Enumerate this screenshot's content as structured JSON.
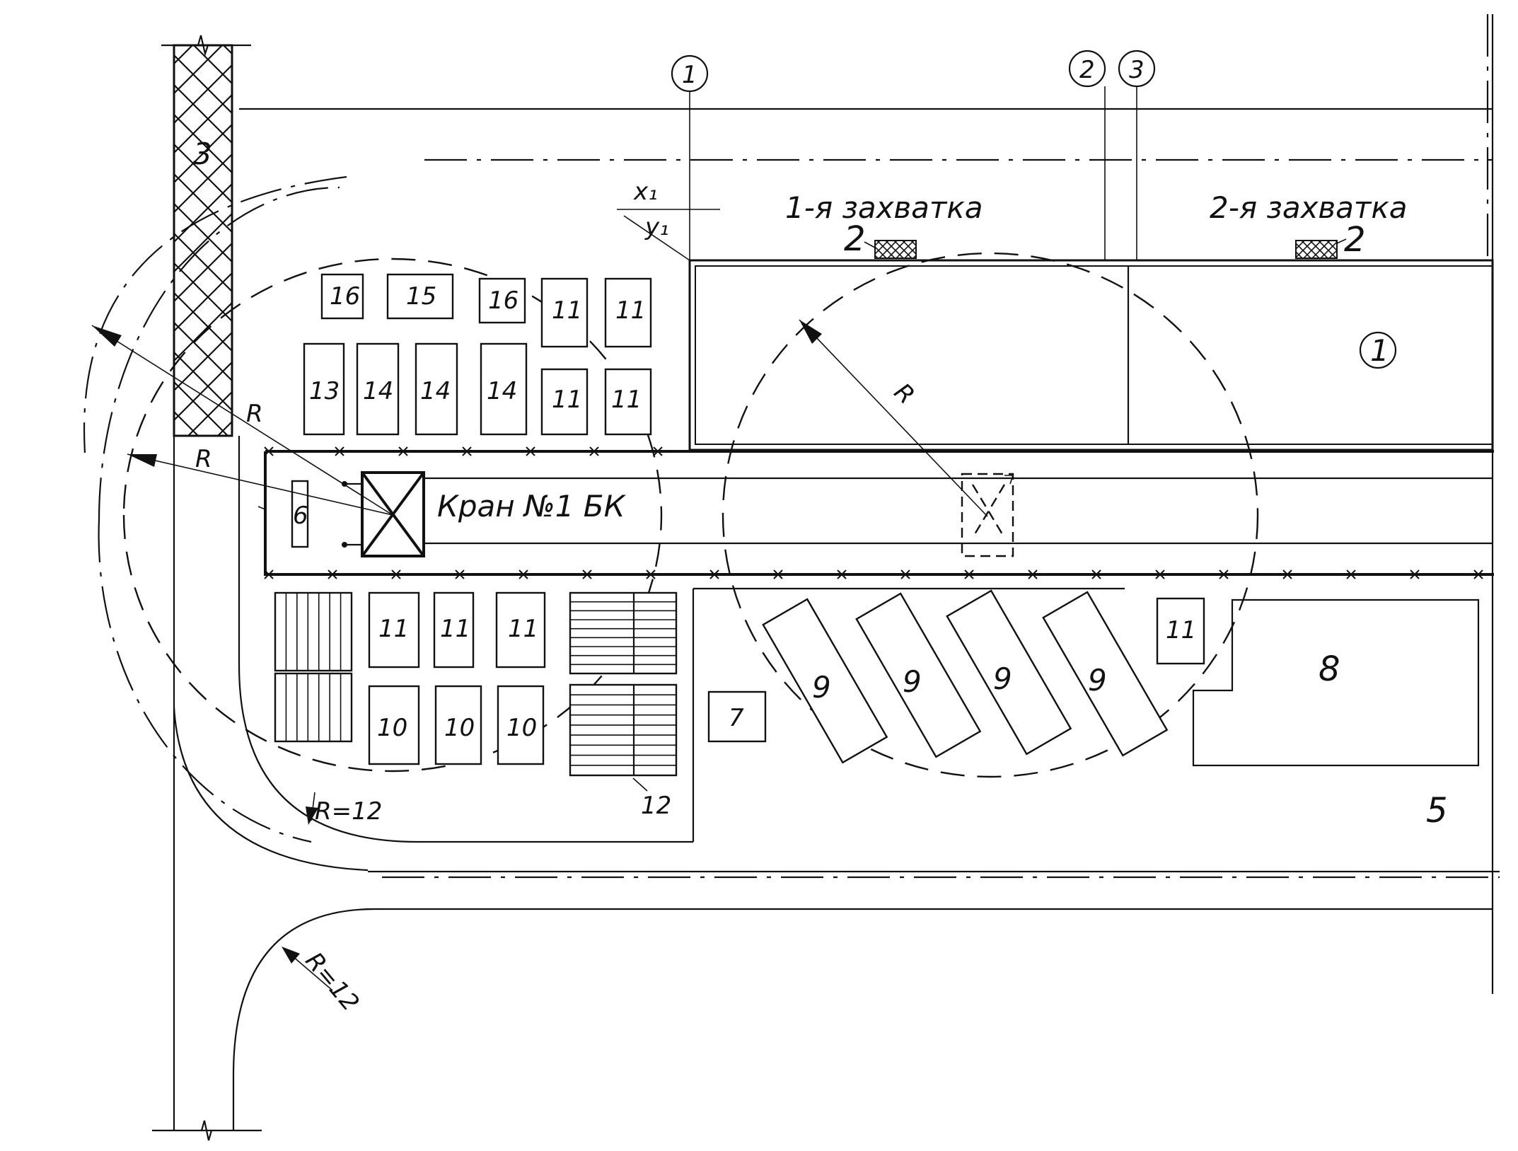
{
  "axes": {
    "a1": "1",
    "a2": "2",
    "a3": "3"
  },
  "zones": {
    "zone1": "1-я захватка",
    "zone2": "2-я захватка"
  },
  "crane": {
    "label": "Кран №1 БК"
  },
  "radius": {
    "r": "R",
    "r12": "R=12"
  },
  "coords": {
    "x": "x₁",
    "y": "y₁"
  },
  "marks": {
    "building": "1",
    "mark2": "2",
    "fence": "3",
    "road": "5",
    "m6": "6",
    "m7": "7",
    "m8": "8",
    "m9": "9",
    "m10": "10",
    "m11": "11",
    "m12": "12",
    "m13": "13",
    "m14": "14",
    "m15": "15",
    "m16": "16"
  }
}
